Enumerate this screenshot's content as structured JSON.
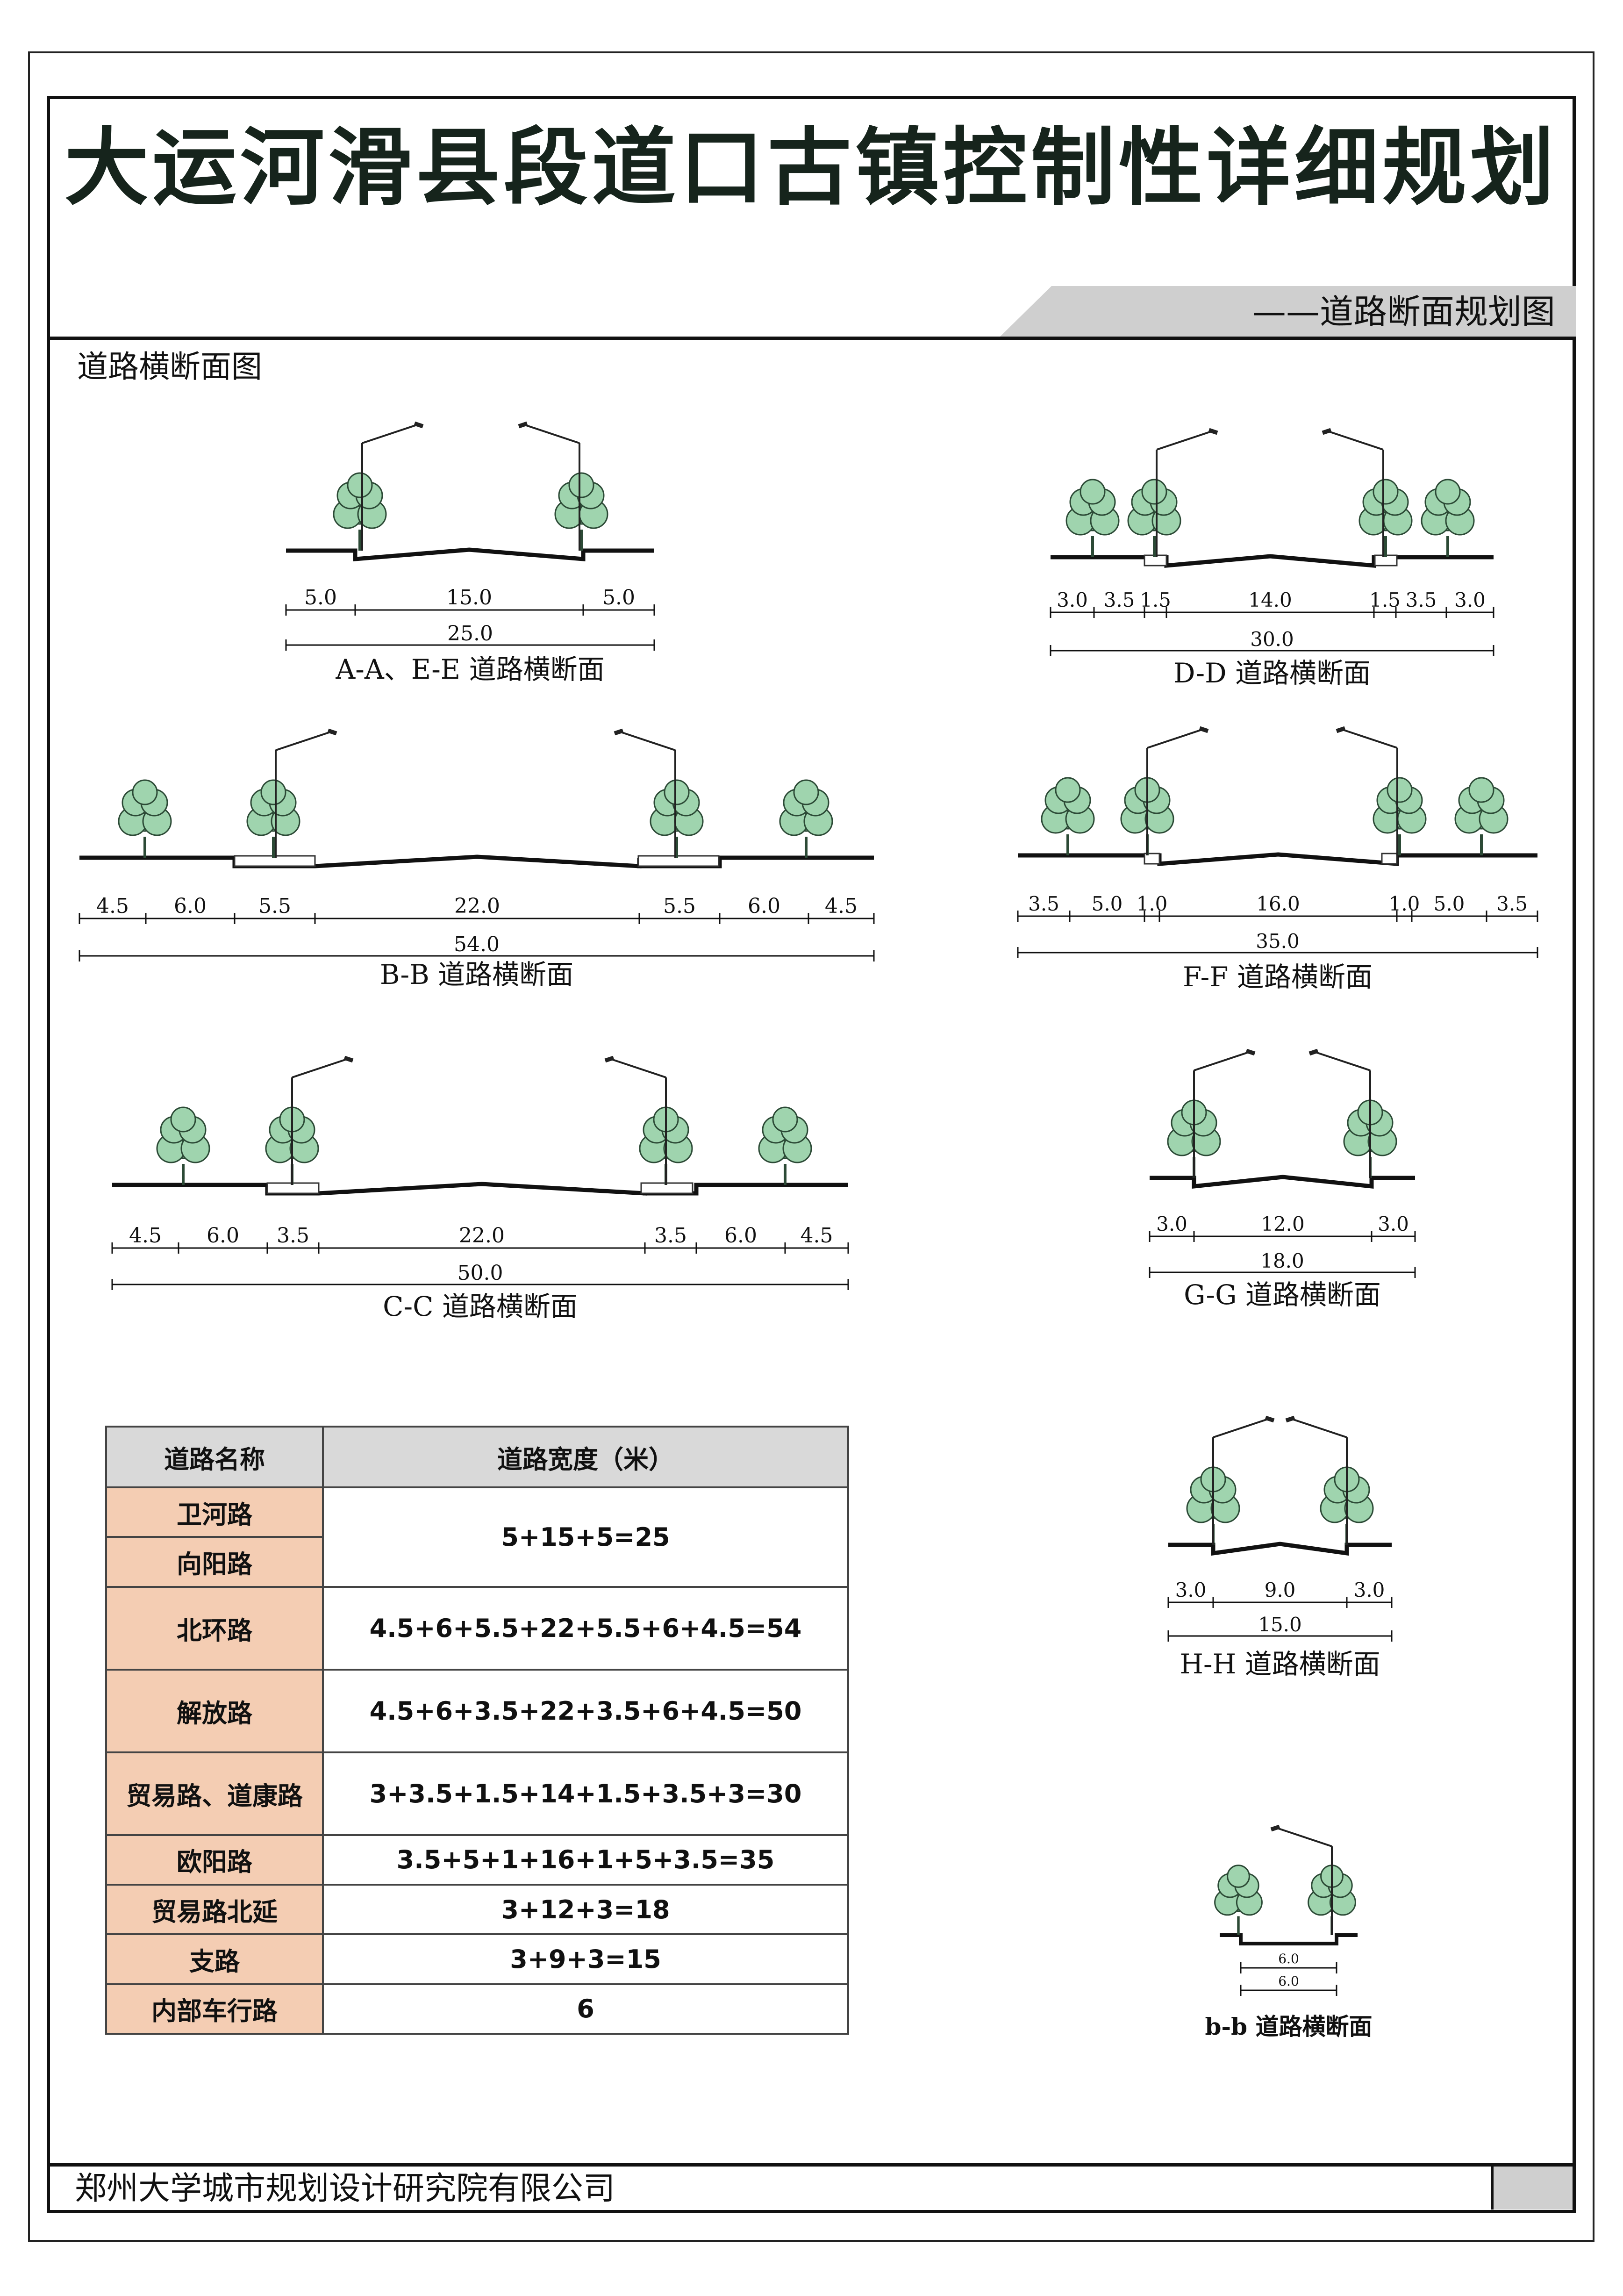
{
  "header": {
    "title": "大运河滑县段道口古镇控制性详细规划",
    "subtitle": "——道路断面规划图"
  },
  "section_title": "道路横断面图",
  "sections": [
    {
      "label": "A-A、E-E 道路横断面",
      "segments": [
        "5.0",
        "15.0",
        "5.0"
      ],
      "total": "25.0"
    },
    {
      "label": "D-D 道路横断面",
      "segments": [
        "3.0",
        "3.5",
        "1.5",
        "14.0",
        "1.5",
        "3.5",
        "3.0"
      ],
      "total": "30.0"
    },
    {
      "label": "B-B 道路横断面",
      "segments": [
        "4.5",
        "6.0",
        "5.5",
        "22.0",
        "5.5",
        "6.0",
        "4.5"
      ],
      "total": "54.0"
    },
    {
      "label": "F-F 道路横断面",
      "segments": [
        "3.5",
        "5.0",
        "1.0",
        "16.0",
        "1.0",
        "5.0",
        "3.5"
      ],
      "total": "35.0"
    },
    {
      "label": "C-C 道路横断面",
      "segments": [
        "4.5",
        "6.0",
        "3.5",
        "22.0",
        "3.5",
        "6.0",
        "4.5"
      ],
      "total": "50.0"
    },
    {
      "label": "G-G 道路横断面",
      "segments": [
        "3.0",
        "12.0",
        "3.0"
      ],
      "total": "18.0"
    },
    {
      "label": "H-H 道路横断面",
      "segments": [
        "3.0",
        "9.0",
        "3.0"
      ],
      "total": "15.0"
    },
    {
      "label": "b-b 道路横断面",
      "segments": [
        "6.0"
      ],
      "total": "6.0"
    }
  ],
  "table": {
    "headers": [
      "道路名称",
      "道路宽度（米）"
    ],
    "rows": [
      {
        "names": [
          "卫河路",
          "向阳路"
        ],
        "width": "5+15+5=25"
      },
      {
        "names": [
          "北环路"
        ],
        "width": "4.5+6+5.5+22+5.5+6+4.5=54"
      },
      {
        "names": [
          "解放路"
        ],
        "width": "4.5+6+3.5+22+3.5+6+4.5=50"
      },
      {
        "names": [
          "贸易路、道康路"
        ],
        "width": "3+3.5+1.5+14+1.5+3.5+3=30"
      },
      {
        "names": [
          "欧阳路"
        ],
        "width": "3.5+5+1+16+1+5+3.5=35"
      },
      {
        "names": [
          "贸易路北延"
        ],
        "width": "3+12+3=18"
      },
      {
        "names": [
          "支路"
        ],
        "width": "3+9+3=15"
      },
      {
        "names": [
          "内部车行路"
        ],
        "width": "6"
      }
    ]
  },
  "footer": {
    "company": "郑州大学城市规划设计研究院有限公司"
  },
  "colors": {
    "tree_fill": "#9fd4ae",
    "tree_stroke": "#2c4a36",
    "table_name_bg": "#f4cdb3",
    "table_header_bg": "#d9d9d9",
    "band_gray": "#cfcfcf"
  }
}
